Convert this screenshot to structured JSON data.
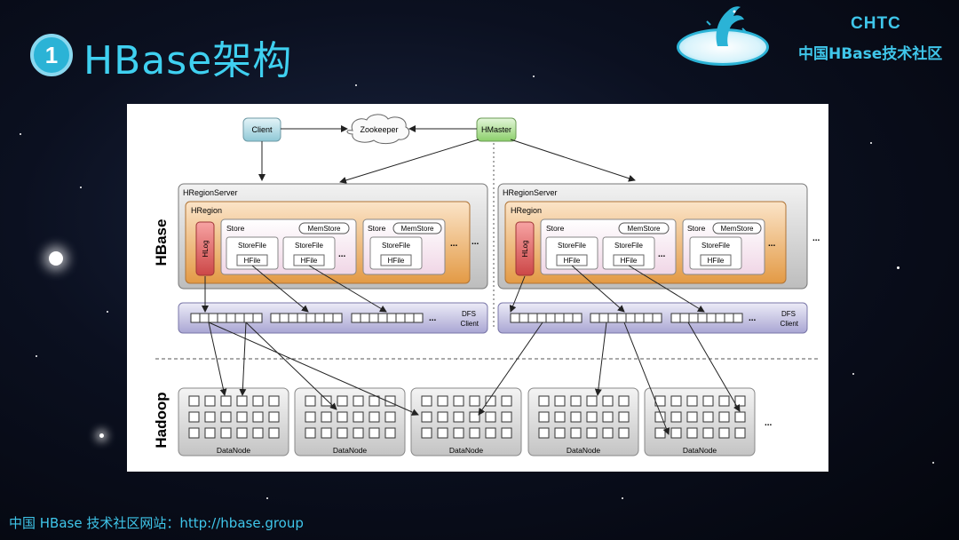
{
  "slide": {
    "badge_number": "1",
    "title": "HBase架构",
    "org_name": "CHTC",
    "org_subtitle": "中国HBase技术社区",
    "footer": "中国 HBase 技术社区网站：http://hbase.group"
  },
  "diagram": {
    "client": "Client",
    "zookeeper": "Zookeeper",
    "hmaster": "HMaster",
    "layer_hbase": "HBase",
    "layer_hadoop": "Hadoop",
    "region_server": "HRegionServer",
    "region": "HRegion",
    "hlog": "HLog",
    "store": "Store",
    "memstore": "MemStore",
    "storefile": "StoreFile",
    "hfile": "HFile",
    "ellipsis": "...",
    "dfs_line1": "DFS",
    "dfs_line2": "Client",
    "datanode": "DataNode"
  },
  "colors": {
    "accent": "#3fd0f0",
    "client_fill": "#bfe3ec",
    "hmaster_fill": "#a8dc8c",
    "hlog_fill": "#e06b6b",
    "region_fill": "#f0b86a",
    "dfs_fill": "#c9c6e4"
  }
}
